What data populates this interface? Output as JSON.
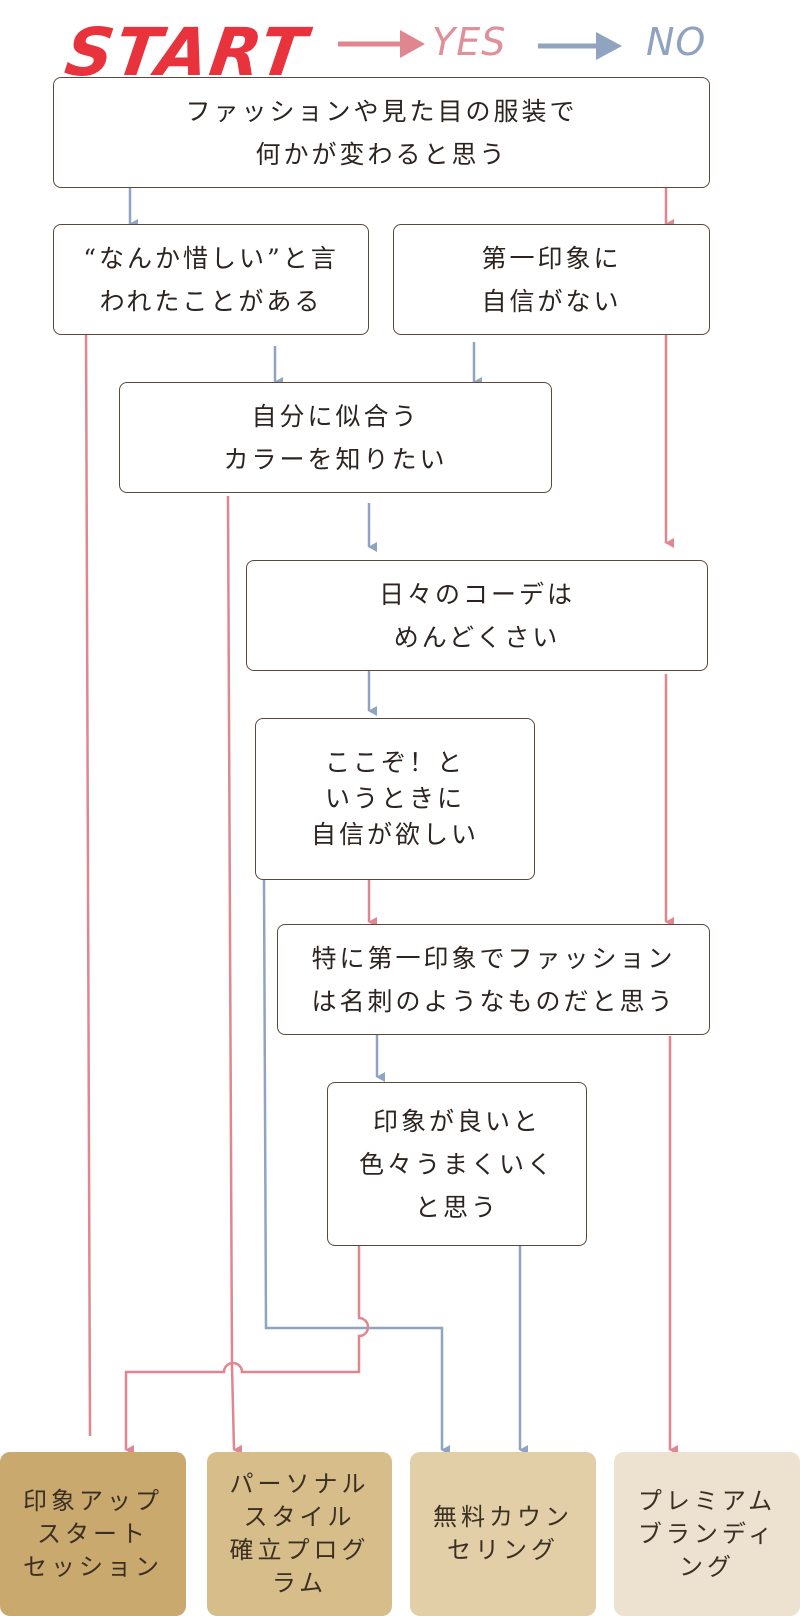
{
  "header": {
    "start": "START",
    "yes": "YES",
    "no": "NO"
  },
  "colors": {
    "yes": "#e0868e",
    "no": "#90a4c2",
    "border": "#5a4a3a"
  },
  "questions": [
    {
      "text": "ファッションや見た目の服装で\n何かが変わると思う"
    },
    {
      "text": "“なんか惜しい”と言\nわれたことがある"
    },
    {
      "text": "第一印象に\n自信がない"
    },
    {
      "text": "自分に似合う\nカラーを知りたい"
    },
    {
      "text": "日々のコーデは\nめんどくさい"
    },
    {
      "text": "ここぞ！と\nいうときに\n自信が欲しい"
    },
    {
      "text": "特に第一印象でファッション\nは名刺のようなものだと思う"
    },
    {
      "text": "印象が良いと\n色々うまくいく\nと思う"
    }
  ],
  "results": [
    {
      "text": "印象アップ\nスタート\nセッション",
      "color": "#c9a96e"
    },
    {
      "text": "パーソナル\nスタイル\n確立プログ\nラム",
      "color": "#d6bd8a"
    },
    {
      "text": "無料カウン\nセリング",
      "color": "#e2cfa8"
    },
    {
      "text": "プレミアム\nブランディ\nング",
      "color": "#ece2cf"
    }
  ]
}
